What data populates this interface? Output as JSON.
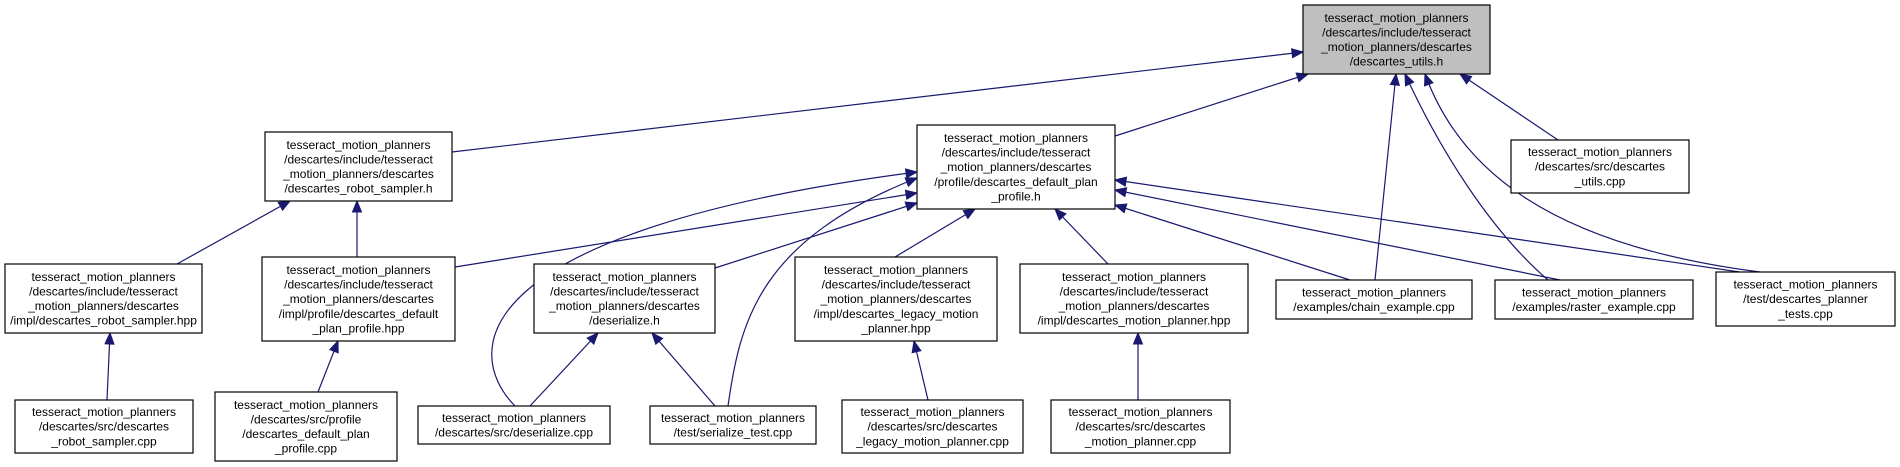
{
  "graph": {
    "nodes": [
      {
        "id": "root",
        "root": true,
        "lines": [
          "tesseract_motion_planners",
          "/descartes/include/tesseract",
          "_motion_planners/descartes",
          "/descartes_utils.h"
        ]
      },
      {
        "id": "robot_sampler_h",
        "lines": [
          "tesseract_motion_planners",
          "/descartes/include/tesseract",
          "_motion_planners/descartes",
          "/descartes_robot_sampler.h"
        ]
      },
      {
        "id": "default_plan_profile_h",
        "lines": [
          "tesseract_motion_planners",
          "/descartes/include/tesseract",
          "_motion_planners/descartes",
          "/profile/descartes_default_plan",
          "_profile.h"
        ]
      },
      {
        "id": "utils_cpp",
        "lines": [
          "tesseract_motion_planners",
          "/descartes/src/descartes",
          "_utils.cpp"
        ]
      },
      {
        "id": "robot_sampler_hpp",
        "lines": [
          "tesseract_motion_planners",
          "/descartes/include/tesseract",
          "_motion_planners/descartes",
          "/impl/descartes_robot_sampler.hpp"
        ]
      },
      {
        "id": "default_plan_profile_hpp",
        "lines": [
          "tesseract_motion_planners",
          "/descartes/include/tesseract",
          "_motion_planners/descartes",
          "/impl/profile/descartes_default",
          "_plan_profile.hpp"
        ]
      },
      {
        "id": "deserialize_h",
        "lines": [
          "tesseract_motion_planners",
          "/descartes/include/tesseract",
          "_motion_planners/descartes",
          "/deserialize.h"
        ]
      },
      {
        "id": "legacy_motion_planner_hpp",
        "lines": [
          "tesseract_motion_planners",
          "/descartes/include/tesseract",
          "_motion_planners/descartes",
          "/impl/descartes_legacy_motion",
          "_planner.hpp"
        ]
      },
      {
        "id": "motion_planner_hpp",
        "lines": [
          "tesseract_motion_planners",
          "/descartes/include/tesseract",
          "_motion_planners/descartes",
          "/impl/descartes_motion_planner.hpp"
        ]
      },
      {
        "id": "chain_example",
        "lines": [
          "tesseract_motion_planners",
          "/examples/chain_example.cpp"
        ]
      },
      {
        "id": "raster_example",
        "lines": [
          "tesseract_motion_planners",
          "/examples/raster_example.cpp"
        ]
      },
      {
        "id": "planner_tests",
        "lines": [
          "tesseract_motion_planners",
          "/test/descartes_planner",
          "_tests.cpp"
        ]
      },
      {
        "id": "robot_sampler_cpp",
        "lines": [
          "tesseract_motion_planners",
          "/descartes/src/descartes",
          "_robot_sampler.cpp"
        ]
      },
      {
        "id": "default_plan_profile_cpp",
        "lines": [
          "tesseract_motion_planners",
          "/descartes/src/profile",
          "/descartes_default_plan",
          "_profile.cpp"
        ]
      },
      {
        "id": "deserialize_cpp",
        "lines": [
          "tesseract_motion_planners",
          "/descartes/src/deserialize.cpp"
        ]
      },
      {
        "id": "serialize_test",
        "lines": [
          "tesseract_motion_planners",
          "/test/serialize_test.cpp"
        ]
      },
      {
        "id": "legacy_motion_planner_cpp",
        "lines": [
          "tesseract_motion_planners",
          "/descartes/src/descartes",
          "_legacy_motion_planner.cpp"
        ]
      },
      {
        "id": "motion_planner_cpp",
        "lines": [
          "tesseract_motion_planners",
          "/descartes/src/descartes",
          "_motion_planner.cpp"
        ]
      }
    ],
    "edges": [
      {
        "from": "robot_sampler_h",
        "to": "root"
      },
      {
        "from": "default_plan_profile_h",
        "to": "root"
      },
      {
        "from": "utils_cpp",
        "to": "root"
      },
      {
        "from": "chain_example",
        "to": "root"
      },
      {
        "from": "raster_example",
        "to": "root"
      },
      {
        "from": "planner_tests",
        "to": "root"
      },
      {
        "from": "robot_sampler_hpp",
        "to": "robot_sampler_h"
      },
      {
        "from": "default_plan_profile_hpp",
        "to": "robot_sampler_h"
      },
      {
        "from": "robot_sampler_cpp",
        "to": "robot_sampler_hpp"
      },
      {
        "from": "default_plan_profile_cpp",
        "to": "default_plan_profile_hpp"
      },
      {
        "from": "default_plan_profile_hpp",
        "to": "default_plan_profile_h"
      },
      {
        "from": "deserialize_h",
        "to": "default_plan_profile_h"
      },
      {
        "from": "legacy_motion_planner_hpp",
        "to": "default_plan_profile_h"
      },
      {
        "from": "motion_planner_hpp",
        "to": "default_plan_profile_h"
      },
      {
        "from": "chain_example",
        "to": "default_plan_profile_h"
      },
      {
        "from": "raster_example",
        "to": "default_plan_profile_h"
      },
      {
        "from": "planner_tests",
        "to": "default_plan_profile_h"
      },
      {
        "from": "deserialize_cpp",
        "to": "default_plan_profile_h"
      },
      {
        "from": "serialize_test",
        "to": "default_plan_profile_h"
      },
      {
        "from": "deserialize_cpp",
        "to": "deserialize_h"
      },
      {
        "from": "serialize_test",
        "to": "deserialize_h"
      },
      {
        "from": "legacy_motion_planner_cpp",
        "to": "legacy_motion_planner_hpp"
      },
      {
        "from": "motion_planner_cpp",
        "to": "motion_planner_hpp"
      }
    ]
  }
}
